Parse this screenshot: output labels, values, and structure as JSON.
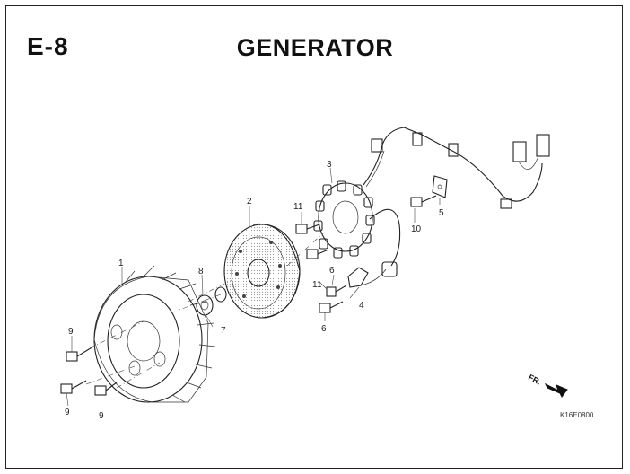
{
  "header": {
    "section_code": "E-8",
    "title": "GENERATOR"
  },
  "diagram": {
    "callouts": [
      "1",
      "2",
      "3",
      "4",
      "5",
      "6",
      "6",
      "7",
      "8",
      "9",
      "9",
      "9",
      "10",
      "11",
      "11"
    ],
    "direction_label": "FR.",
    "drawing_code": "K16E0800"
  }
}
